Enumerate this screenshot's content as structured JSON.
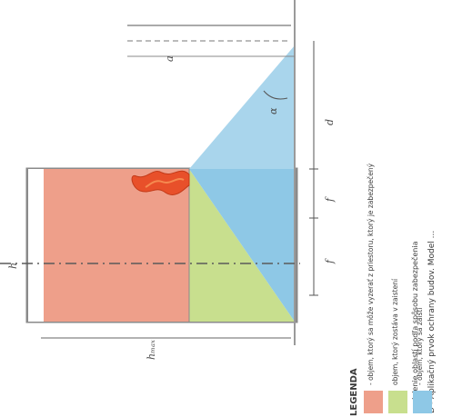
{
  "header": {
    "title": "D - Aplikačný prvok ochrany budov. Model ...",
    "subtitle": "rozdelenie oblastí podľa spôsobu zabezpečenia"
  },
  "legend": {
    "heading": "LEGENDA",
    "items": [
      {
        "label": "- objem, ktorý sa môže vyzerať z priestoru, ktorý je zabezpečený",
        "color": "#ee9f8a"
      },
      {
        "label": "objem, ktorý zostáva v zaistení",
        "color": "#c8df8e"
      },
      {
        "label": "- objem, ktorý sa zaistí",
        "color": "#8ec8e6"
      }
    ]
  },
  "dimensions": {
    "height_label": "h",
    "width_label": "f",
    "width2_label": "f",
    "top_label": "a",
    "angle_label": "α",
    "span_label": "d",
    "left_label": "hₘₐₓ"
  },
  "colors": {
    "salmon": "#ee9f8a",
    "green": "#c8df8e",
    "blue": "#8ec8e6",
    "frame": "#8a8a8a",
    "flame": "#e8502a"
  }
}
